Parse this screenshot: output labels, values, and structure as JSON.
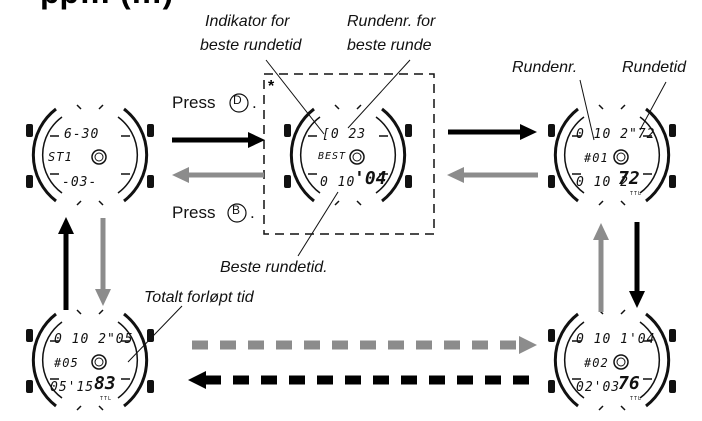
{
  "title": "pp… (…)",
  "buttons": {
    "d": "D",
    "b": "B"
  },
  "labels": {
    "press_d": "Press",
    "press_b": "Press",
    "indicator_line1": "Indikator for",
    "indicator_line2": "beste rundetid",
    "lapno_best_line1": "Rundenr. for",
    "lapno_best_line2": "beste runde",
    "lap_number": "Rundenr.",
    "lap_time": "Rundetid",
    "best_lap_time": "Beste rundetid.",
    "total_elapsed": "Totalt forløpt tid",
    "asterisk": "*"
  },
  "watches": {
    "w1": {
      "top": "6-30",
      "mid": "ST1",
      "bottom": "-03-"
    },
    "w2": {
      "top": "[0 23",
      "mid": "BEST",
      "bottom_small": "0 10",
      "bottom_big": "'04"
    },
    "w3": {
      "top": "0 10 2\"72",
      "mid": "#01",
      "bottom_small": "0 10 2",
      "bottom_big": "72",
      "tag": "TTL"
    },
    "w4": {
      "top": "0 10 2\"05",
      "mid": "#05",
      "bottom_small": "05'15",
      "bottom_big": "83",
      "tag": "TTL"
    },
    "w5": {
      "top": "0 10 1'04",
      "mid": "#02",
      "bottom_small": "02'03",
      "bottom_big": "76",
      "tag": "TTL"
    }
  },
  "colors": {
    "black_arrow": "#000000",
    "gray_arrow": "#8c8c8c",
    "ink": "#111111"
  }
}
